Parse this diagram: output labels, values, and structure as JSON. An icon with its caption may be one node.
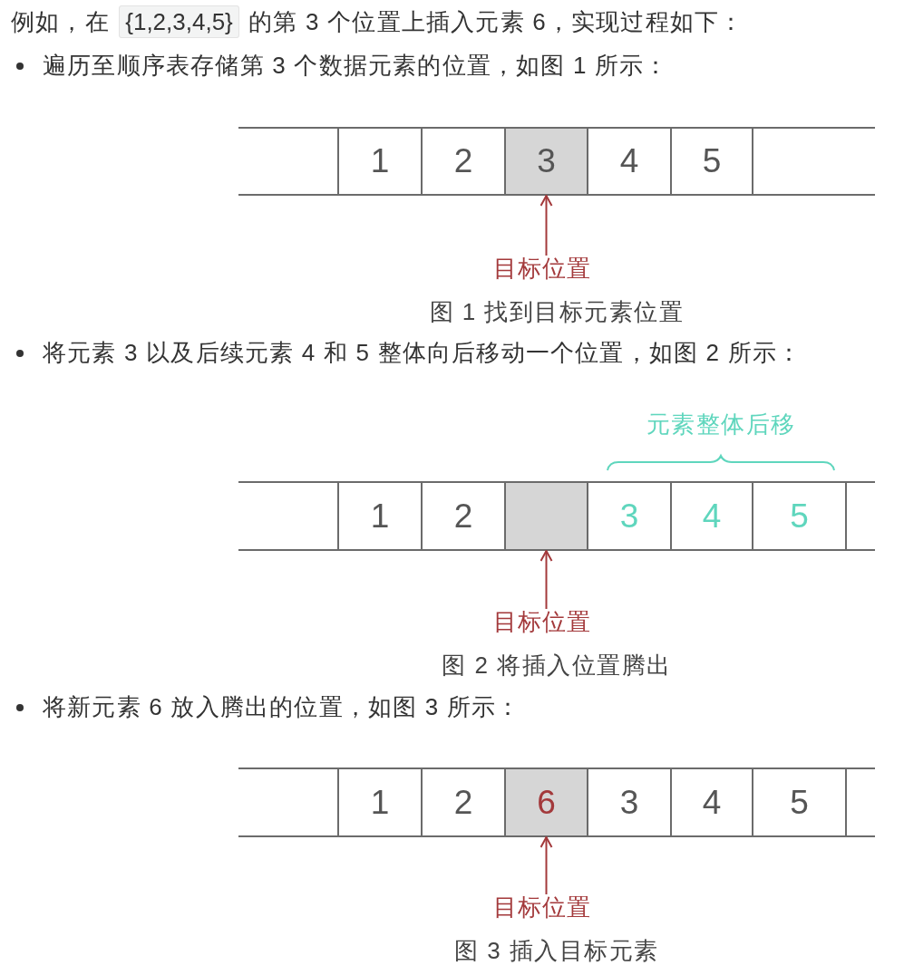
{
  "diagram": {
    "nodes": [
      {
        "text": [
          "1"
        ]
      },
      {
        "text": [
          "2"
        ]
      },
      {
        "text": [
          "3"
        ]
      },
      {
        "text": [
          "4"
        ]
      },
      {
        "text": [
          "5"
        ]
      },
      {
        "text": [
          "目标位置"
        ]
      },
      {
        "text": [
          "1"
        ]
      },
      {
        "text": [
          "2"
        ]
      },
      {
        "text": [],
        "shape": "box"
      },
      {
        "text": [
          "3"
        ]
      },
      {
        "text": [
          "4"
        ]
      },
      {
        "text": [
          "5"
        ]
      },
      {
        "text": [
          "目标位置"
        ]
      },
      {
        "text": [
          "1"
        ]
      },
      {
        "text": [
          "2"
        ]
      },
      {
        "text": [
          "6"
        ]
      },
      {
        "text": [
          "3"
        ]
      },
      {
        "text": [
          "4"
        ]
      },
      {
        "text": [
          "5"
        ]
      },
      {
        "text": [
          "目标位置"
        ]
      }
    ],
    "edges": [
      {
        "from": 5,
        "to": 2,
        "arrow": "to"
      },
      {
        "from": 12,
        "to": 8,
        "arrow": "to"
      },
      {
        "from": 19,
        "to": 15,
        "arrow": "to"
      }
    ],
    "labels": [
      "例如，在 {1,2,3,4,5} 的第 3 个位置上插入元素 6，实现过程如下：",
      "遍历至顺序表存储第 3 个数据元素的位置，如图 1 所示：",
      "图 1 找到目标元素位置",
      "将元素 3 以及后续元素 4 和 5 整体向后移动一个位置，如图 2 所示：",
      "元素整体后移",
      "图 2 将插入位置腾出",
      "将新元素 6 放入腾出的位置，如图 3 所示：",
      "图 3 插入目标元素"
    ]
  }
}
